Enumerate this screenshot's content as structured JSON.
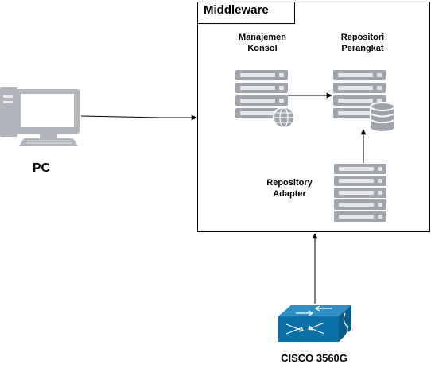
{
  "middleware": {
    "title": "Middleware"
  },
  "nodes": {
    "pc": {
      "label": "PC",
      "icon": "desktop-computer-icon"
    },
    "manajemen": {
      "label": "Manajemen\nKonsol",
      "icon": "web-server-icon"
    },
    "repositori": {
      "label": "Repositori\nPerangkat",
      "icon": "database-server-icon"
    },
    "adapter": {
      "label": "Repository\nAdapter",
      "icon": "server-rack-icon"
    },
    "cisco": {
      "label": "CISCO  3560G",
      "icon": "network-switch-icon"
    }
  },
  "edges": [
    {
      "from": "pc",
      "to": "middleware"
    },
    {
      "from": "manajemen",
      "to": "repositori"
    },
    {
      "from": "adapter",
      "to": "repositori"
    },
    {
      "from": "cisco",
      "to": "middleware"
    }
  ],
  "colors": {
    "server_fill": "#a0a4ab",
    "server_stripe": "#e8e8ea",
    "pc_fill": "#b2b5bb",
    "switch_fill": "#0b6fa8",
    "switch_top": "#2f8fc4",
    "line": "#000000"
  }
}
